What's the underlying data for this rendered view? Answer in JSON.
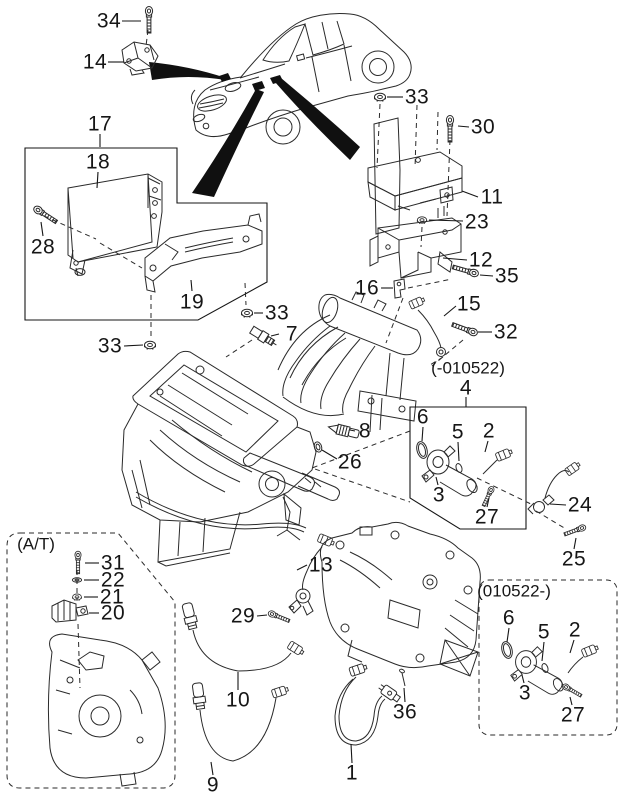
{
  "figure": {
    "kind": "exploded-parts-diagram"
  },
  "callouts": {
    "n1": "1",
    "n2": "2",
    "n3": "3",
    "n4": "4",
    "n5": "5",
    "n6": "6",
    "n7": "7",
    "n8": "8",
    "n9": "9",
    "n10": "10",
    "n11": "11",
    "n12": "12",
    "n13": "13",
    "n14": "14",
    "n15": "15",
    "n16": "16",
    "n17": "17",
    "n18": "18",
    "n19": "19",
    "n20": "20",
    "n21": "21",
    "n22": "22",
    "n23": "23",
    "n24": "24",
    "n25": "25",
    "n26": "26",
    "n27": "27",
    "n28": "28",
    "n29": "29",
    "n30": "30",
    "n31": "31",
    "n32": "32",
    "n33": "33",
    "n34": "34",
    "n35": "35",
    "n36": "36",
    "hdr_at": "(A/T)",
    "hdr_pre": "(-010522)",
    "hdr_post": "(010522-)"
  },
  "colors": {
    "line": "#161616",
    "background": "#ffffff"
  }
}
